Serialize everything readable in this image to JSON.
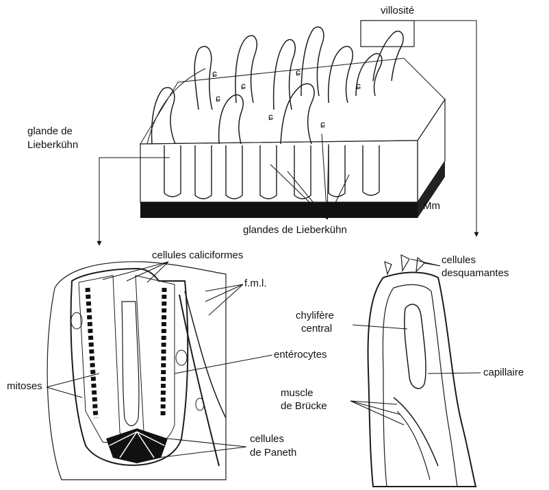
{
  "labels": {
    "villosite": "villosité",
    "glande_line1": "glande de",
    "glande_line2": "Lieberkühn",
    "mm": "Mm",
    "glandes_lieberkuhn": "glandes de Lieberkühn",
    "cellules_caliciformes": "cellules caliciformes",
    "fml": "f.m.l.",
    "mitoses": "mitoses",
    "enterocytes": "entérocytes",
    "paneth_line1": "cellules",
    "paneth_line2": "de Paneth",
    "desquamantes_line1": "cellules",
    "desquamantes_line2": "desquamantes",
    "chylifere_line1": "chylifère",
    "chylifere_line2": "central",
    "capillaire": "capillaire",
    "brucke_line1": "muscle",
    "brucke_line2": "de Brücke"
  }
}
